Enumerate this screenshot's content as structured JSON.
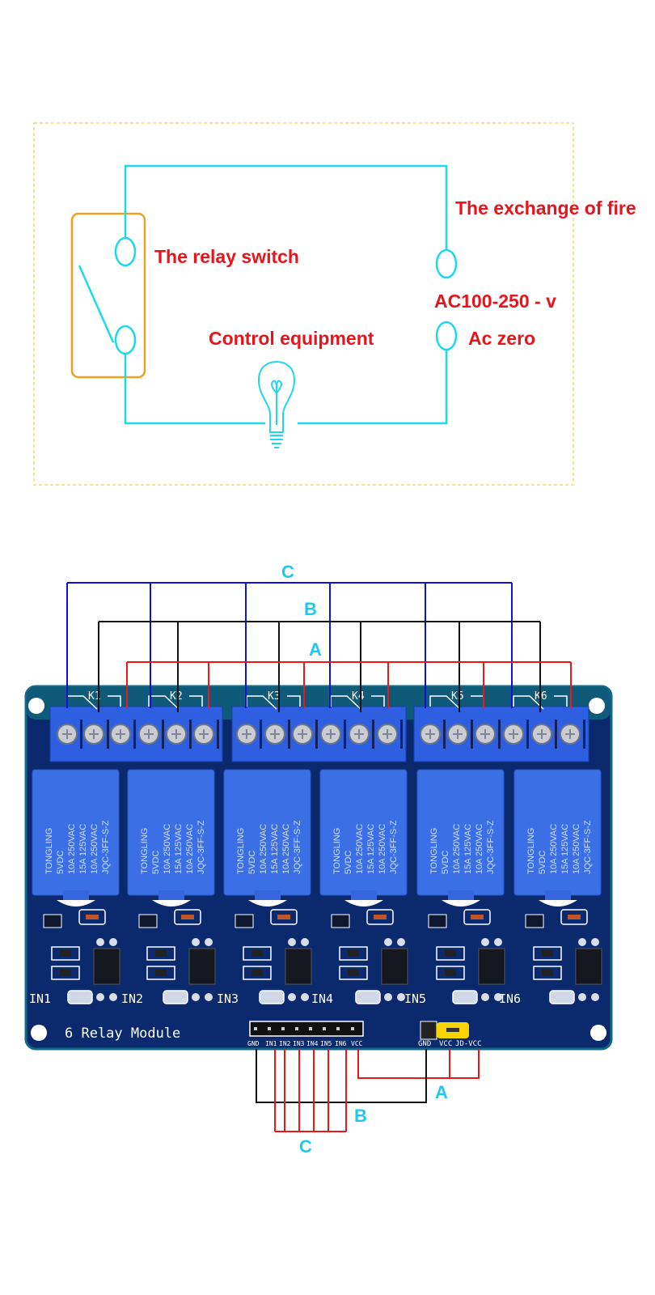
{
  "circuit_diagram": {
    "labels": {
      "relay_switch": "The relay switch",
      "exchange_of_fire": "The exchange of fire",
      "voltage": "AC100-250 - v",
      "ac_zero": "Ac zero",
      "control_equipment": "Control equipment"
    },
    "colors": {
      "wire": "#1ed8ec",
      "label": "#e8141c",
      "relay_box": "#f0a020",
      "frame": "#f0d060"
    }
  },
  "wiring_diagram": {
    "bus_labels": {
      "top_c": "C",
      "top_b": "B",
      "top_a": "A",
      "bottom_a": "A",
      "bottom_b": "B",
      "bottom_c": "C"
    },
    "bus_colors": {
      "C": "#1010d8",
      "B": "#111111",
      "A": "#e81818",
      "label": "#1ec8ef"
    }
  },
  "board": {
    "title": "6 Relay Module",
    "relay_ids": [
      "K1",
      "K2",
      "K3",
      "K4",
      "K5",
      "K6"
    ],
    "input_labels": [
      "IN1",
      "IN2",
      "IN3",
      "IN4",
      "IN5",
      "IN6"
    ],
    "relay_markings": {
      "brand": "TONGLING",
      "coil": "5VDC",
      "rating1": "10A 250VAC",
      "rating2": "15A 125VAC",
      "rating3": "10A 250VAC",
      "model": "JQC-3FF-S-Z"
    },
    "header_pins": [
      "GND",
      "IN1",
      "IN2",
      "IN3",
      "IN4",
      "IN5",
      "IN6",
      "VCC"
    ],
    "jumper_pins": [
      "GND",
      "VCC",
      "JD-VCC"
    ],
    "colors": {
      "pcb": "#0b2a6e",
      "pcb_edge": "#0f6a86",
      "terminal": "#2d5fe0",
      "relay": "#3a6fe6",
      "jumper": "#f5d400"
    }
  }
}
